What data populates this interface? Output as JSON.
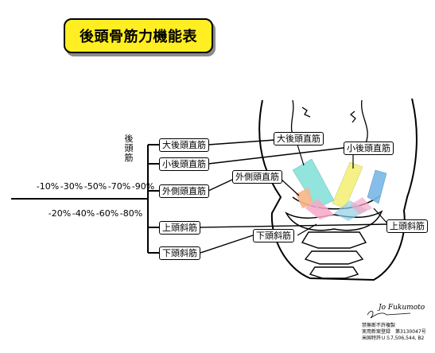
{
  "title": "後頭骨筋力機能表",
  "head_label": "後頭筋",
  "scale_top": [
    "-10%",
    "-30%",
    "-50%",
    "-70%",
    "-90%"
  ],
  "scale_bottom": [
    "-20%",
    "-40%",
    "-60%",
    "-80%"
  ],
  "muscles": {
    "rectus_major": "大後頭直筋",
    "rectus_minor": "小後頭直筋",
    "rectus_lateralis": "外側頭直筋",
    "obliquus_superior": "上頭斜筋",
    "obliquus_inferior": "下頭斜筋"
  },
  "colors": {
    "title_bg": "#ffee22",
    "rectus_major": "#7fe0d6",
    "rectus_minor": "#f6f07a",
    "rectus_lateralis": "#f7b58a",
    "obliquus_superior": "#f7a8c8",
    "obliquus_inferior": "#8fd0e8",
    "rectus_minor_right": "#7ab8e8"
  },
  "footer": {
    "signature": "Jo Fukumoto",
    "lines": [
      "禁無断不許複製",
      "実用新案登録　第3130047号",
      "米国特許ＵＳ7,506,544, B2"
    ]
  }
}
